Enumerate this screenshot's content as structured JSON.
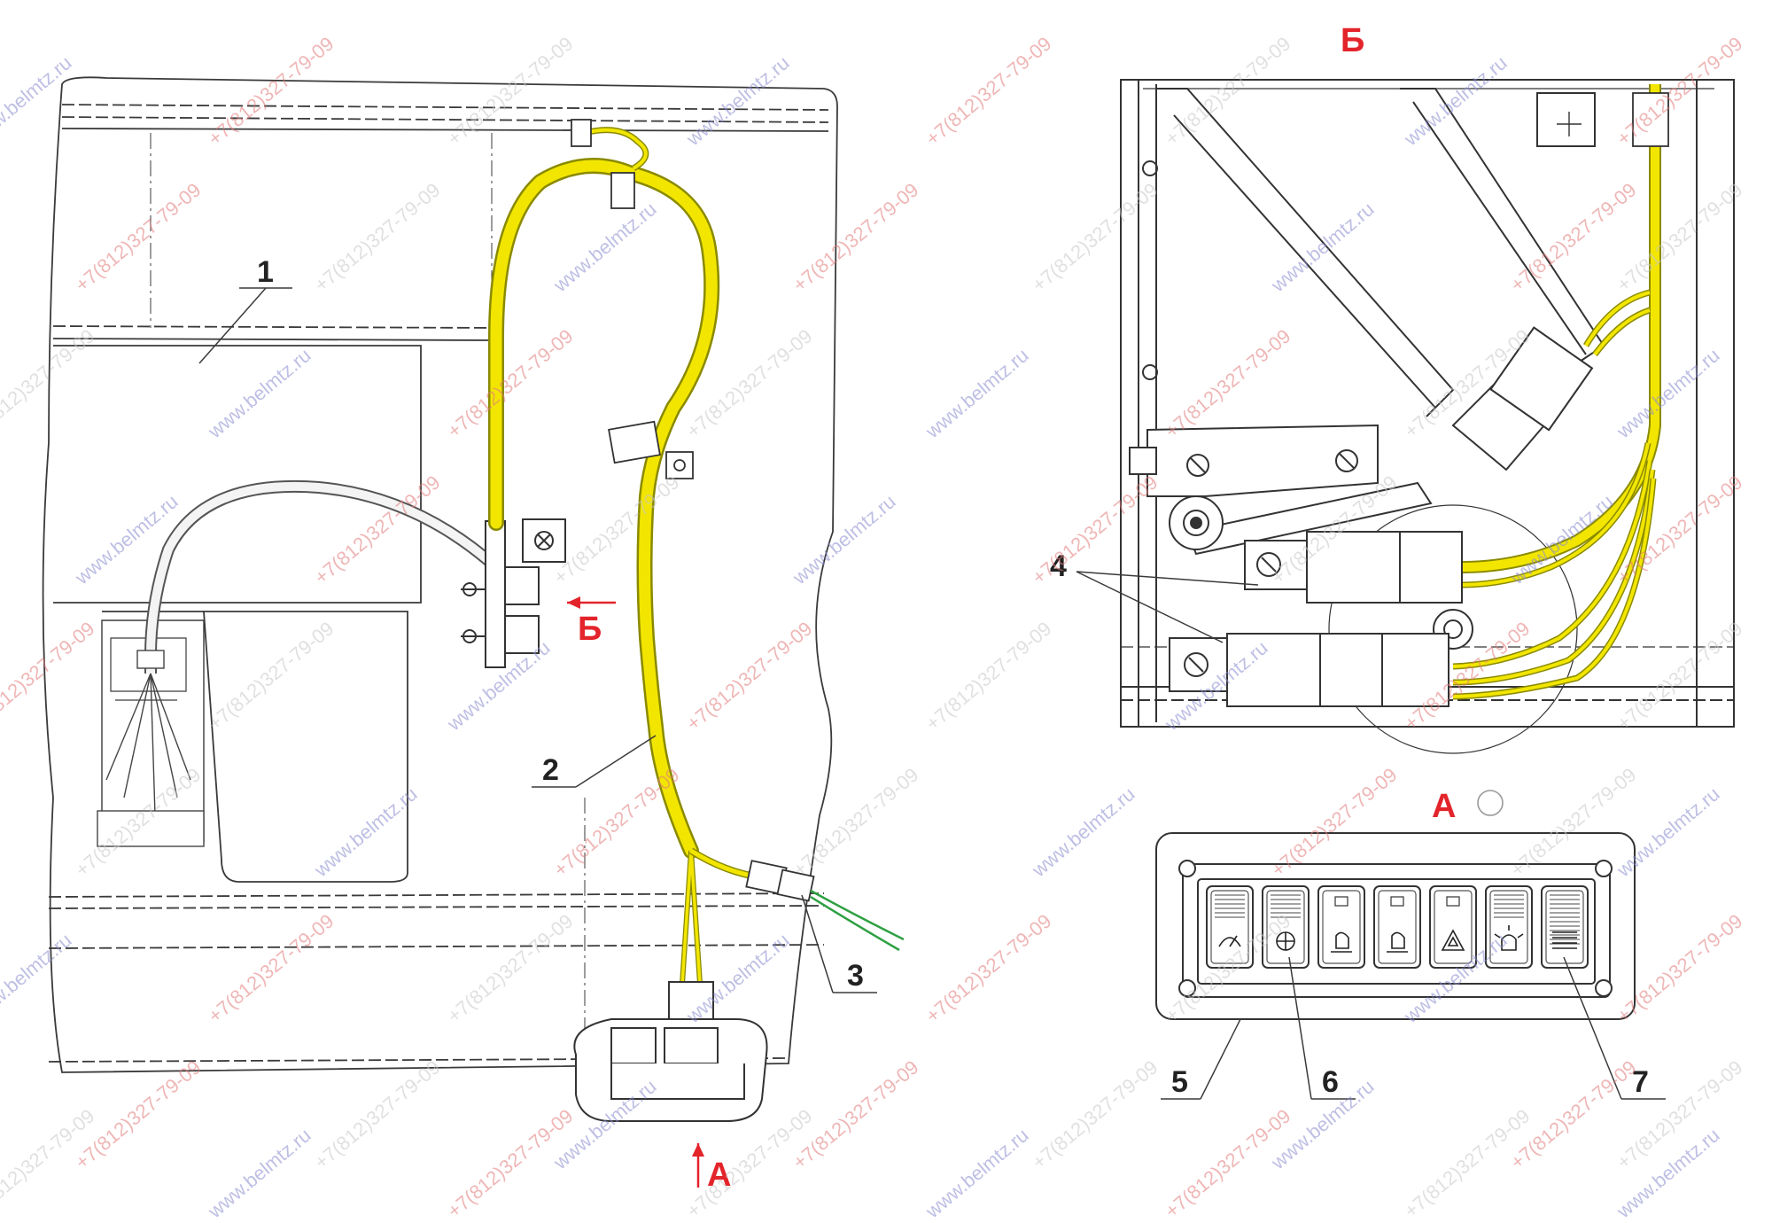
{
  "labels": {
    "callout_1": "1",
    "callout_2": "2",
    "callout_3": "3",
    "callout_4": "4",
    "callout_5": "5",
    "callout_6": "6",
    "callout_7": "7",
    "view_b_marker": "Б",
    "view_b_title": "Б",
    "view_a_marker": "А",
    "view_a_title": "А"
  },
  "watermarks": {
    "site": "www.belmtz.ru",
    "phone": "+7(812)327-79-09"
  },
  "colors": {
    "harness": "#f2e600",
    "harness_outline": "#8a8a00",
    "wire_green": "#2ea043",
    "line": "#3a3a3a",
    "accent_red": "#e3242b"
  },
  "icons": {
    "switch_1": "wiper-icon",
    "switch_2": "fan-icon",
    "switch_3": "work-light-front-icon",
    "switch_4": "work-light-rear-icon",
    "switch_5": "hazard-icon",
    "switch_6": "beacon-icon",
    "switch_7": "blank-switch"
  }
}
